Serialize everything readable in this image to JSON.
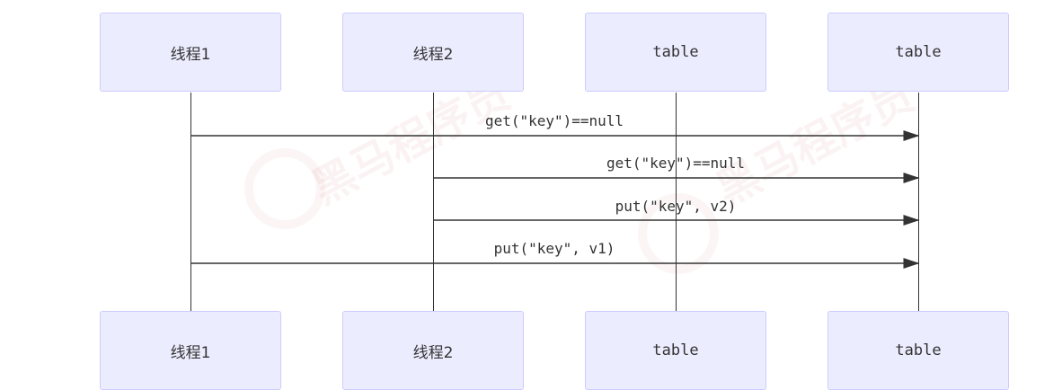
{
  "diagram": {
    "type": "sequence",
    "participants": [
      {
        "id": "t1",
        "label": "线程1"
      },
      {
        "id": "t2",
        "label": "线程2"
      },
      {
        "id": "tbl1",
        "label": "table"
      },
      {
        "id": "tbl2",
        "label": "table"
      }
    ],
    "messages": [
      {
        "from": "t1",
        "to": "tbl2",
        "text": "get(\"key\")==null"
      },
      {
        "from": "t2",
        "to": "tbl2",
        "text": "get(\"key\")==null"
      },
      {
        "from": "t2",
        "to": "tbl2",
        "text": "put(\"key\", v2)"
      },
      {
        "from": "t1",
        "to": "tbl2",
        "text": "put(\"key\", v1)"
      }
    ]
  },
  "watermark": {
    "text": "黑马程序员",
    "url": "www.itheima.com"
  }
}
